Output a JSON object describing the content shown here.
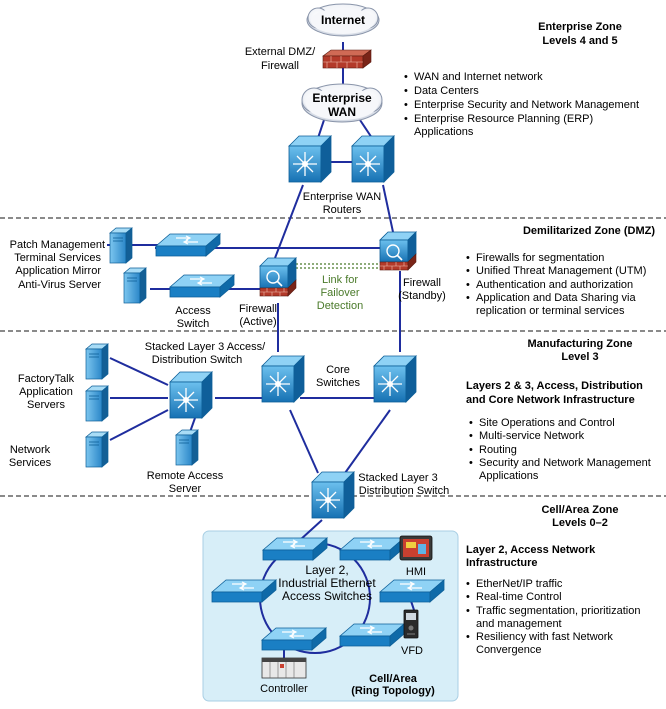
{
  "colors": {
    "device_blue": "#1a7fc4",
    "device_light": "#5fb4e6",
    "link": "#1f2d9e",
    "cell_bg": "#d7eef8",
    "failover": "#4a7a2a",
    "firewall_red": "#b33a2a"
  },
  "zones": {
    "enterprise": {
      "title": "Enterprise Zone",
      "subtitle": "Levels 4 and 5",
      "bullets": [
        "WAN and Internet network",
        "Data Centers",
        "Enterprise Security and Network Management",
        "Enterprise Resource Planning (ERP)",
        "Applications"
      ]
    },
    "dmz": {
      "title": "Demilitarized Zone (DMZ)",
      "bullets": [
        "Firewalls for segmentation",
        "Unified Threat Management (UTM)",
        "Authentication and authorization",
        "Application and Data Sharing via",
        "replication or terminal services"
      ]
    },
    "manufacturing": {
      "title": "Manufacturing Zone",
      "subtitle": "Level 3",
      "heading1": "Layers 2 & 3, Access, Distribution",
      "heading2": "and Core Network Infrastructure",
      "bullets": [
        "Site Operations and Control",
        "Multi-service Network",
        "Routing",
        "Security and Network Management",
        "Applications"
      ]
    },
    "cell": {
      "title": "Cell/Area Zone",
      "subtitle": "Levels 0–2",
      "heading1": "Layer 2, Access Network",
      "heading2": "Infrastructure",
      "bullets": [
        "EtherNet/IP traffic",
        "Real-time Control",
        "Traffic segmentation, prioritization",
        "and management",
        "Resiliency with fast Network",
        "Convergence"
      ]
    }
  },
  "labels": {
    "internet": "Internet",
    "ext_dmz_1": "External DMZ/",
    "ext_dmz_2": "Firewall",
    "wan_1": "Enterprise",
    "wan_2": "WAN",
    "wan_routers_1": "Enterprise WAN",
    "wan_routers_2": "Routers",
    "patch_1": "Patch Management",
    "patch_2": "Terminal Services",
    "patch_3": "Application Mirror",
    "patch_4": "Anti-Virus Server",
    "access_switch_1": "Access",
    "access_switch_2": "Switch",
    "fw_active_1": "Firewall",
    "fw_active_2": "(Active)",
    "failover_1": "Link for",
    "failover_2": "Failover",
    "failover_3": "Detection",
    "fw_standby_1": "Firewall",
    "fw_standby_2": "(Standby)",
    "stacked_access_1": "Stacked Layer 3 Access/",
    "stacked_access_2": "Distribution Switch",
    "ft_1": "FactoryTalk",
    "ft_2": "Application",
    "ft_3": "Servers",
    "netsvc_1": "Network",
    "netsvc_2": "Services",
    "core_1": "Core",
    "core_2": "Switches",
    "remote_1": "Remote Access",
    "remote_2": "Server",
    "stacked_dist_1": "Stacked Layer 3",
    "stacked_dist_2": "Distribution Switch",
    "layer2_1": "Layer 2,",
    "layer2_2": "Industrial Ethernet",
    "layer2_3": "Access Switches",
    "hmi": "HMI",
    "vfd": "VFD",
    "controller": "Controller",
    "cell_area_1": "Cell/Area",
    "cell_area_2": "(Ring Topology)"
  }
}
